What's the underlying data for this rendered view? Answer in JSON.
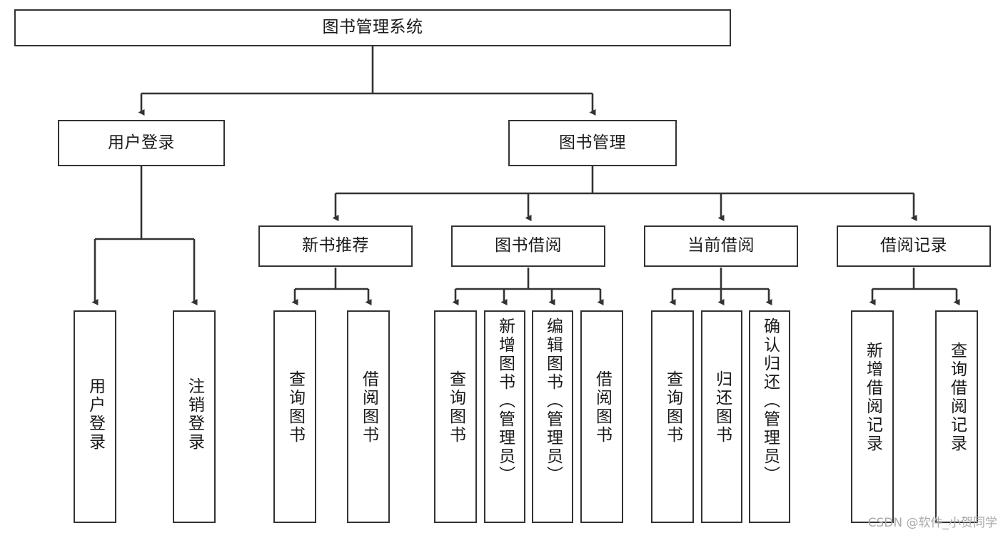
{
  "diagram": {
    "type": "tree-hierarchy",
    "title": "图书管理系统",
    "watermark": "CSDN @软件_小贺同学",
    "colors": {
      "box_border": "#333333",
      "box_fill": "#ffffff",
      "connector": "#333333",
      "text": "#1a1a1a",
      "watermark": "#a8a8a8"
    },
    "nodes": {
      "root": {
        "label": "图书管理系统",
        "level": 1,
        "orientation": "horizontal"
      },
      "user_login": {
        "label": "用户登录",
        "level": 2,
        "orientation": "horizontal"
      },
      "book_manage": {
        "label": "图书管理",
        "level": 2,
        "orientation": "horizontal"
      },
      "new_book_rec": {
        "label": "新书推荐",
        "level": 3,
        "orientation": "horizontal"
      },
      "book_borrow": {
        "label": "图书借阅",
        "level": 3,
        "orientation": "horizontal"
      },
      "current_borrow": {
        "label": "当前借阅",
        "level": 3,
        "orientation": "horizontal"
      },
      "borrow_record": {
        "label": "借阅记录",
        "level": 3,
        "orientation": "horizontal"
      },
      "leaf_user_login": {
        "label": "用户登录",
        "level": 4,
        "orientation": "vertical"
      },
      "leaf_logout": {
        "label": "注销登录",
        "level": 4,
        "orientation": "vertical"
      },
      "leaf_query_book_1": {
        "label": "查询图书",
        "level": 4,
        "orientation": "vertical"
      },
      "leaf_borrow_book_1": {
        "label": "借阅图书",
        "level": 4,
        "orientation": "vertical"
      },
      "leaf_query_book_2": {
        "label": "查询图书",
        "level": 4,
        "orientation": "vertical"
      },
      "leaf_add_book": {
        "label": "新增图书（管理员）",
        "level": 4,
        "orientation": "vertical"
      },
      "leaf_edit_book": {
        "label": "编辑图书（管理员）",
        "level": 4,
        "orientation": "vertical"
      },
      "leaf_borrow_book_2": {
        "label": "借阅图书",
        "level": 4,
        "orientation": "vertical"
      },
      "leaf_query_book_3": {
        "label": "查询图书",
        "level": 4,
        "orientation": "vertical"
      },
      "leaf_return_book": {
        "label": "归还图书",
        "level": 4,
        "orientation": "vertical"
      },
      "leaf_confirm_return": {
        "label": "确认归还（管理员）",
        "level": 4,
        "orientation": "vertical"
      },
      "leaf_add_record": {
        "label": "新增借阅记录",
        "level": 4,
        "orientation": "vertical"
      },
      "leaf_query_record": {
        "label": "查询借阅记录",
        "level": 4,
        "orientation": "vertical"
      }
    },
    "edges": [
      {
        "from": "root",
        "to": "user_login"
      },
      {
        "from": "root",
        "to": "book_manage"
      },
      {
        "from": "user_login",
        "to": "leaf_user_login"
      },
      {
        "from": "user_login",
        "to": "leaf_logout"
      },
      {
        "from": "book_manage",
        "to": "new_book_rec"
      },
      {
        "from": "book_manage",
        "to": "book_borrow"
      },
      {
        "from": "book_manage",
        "to": "current_borrow"
      },
      {
        "from": "book_manage",
        "to": "borrow_record"
      },
      {
        "from": "new_book_rec",
        "to": "leaf_query_book_1"
      },
      {
        "from": "new_book_rec",
        "to": "leaf_borrow_book_1"
      },
      {
        "from": "book_borrow",
        "to": "leaf_query_book_2"
      },
      {
        "from": "book_borrow",
        "to": "leaf_add_book"
      },
      {
        "from": "book_borrow",
        "to": "leaf_edit_book"
      },
      {
        "from": "book_borrow",
        "to": "leaf_borrow_book_2"
      },
      {
        "from": "current_borrow",
        "to": "leaf_query_book_3"
      },
      {
        "from": "current_borrow",
        "to": "leaf_return_book"
      },
      {
        "from": "current_borrow",
        "to": "leaf_confirm_return"
      },
      {
        "from": "borrow_record",
        "to": "leaf_add_record"
      },
      {
        "from": "borrow_record",
        "to": "leaf_query_record"
      }
    ]
  }
}
